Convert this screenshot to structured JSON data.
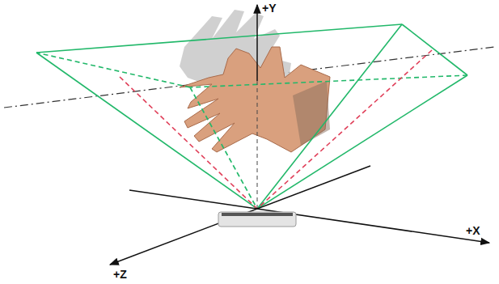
{
  "diagram": {
    "labels": [
      "+Y",
      "+X",
      "+Z"
    ]
  }
}
